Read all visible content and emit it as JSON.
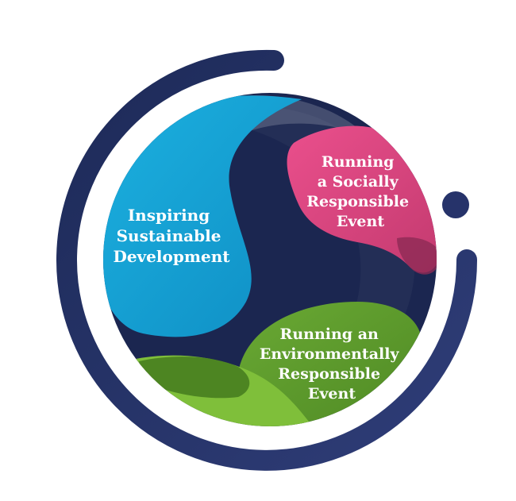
{
  "diagram": {
    "segments": [
      {
        "id": "inspiring",
        "label_lines": [
          "Inspiring",
          "Sustainable",
          "Development"
        ],
        "color": "#1aa3d6"
      },
      {
        "id": "social",
        "label_lines": [
          "Running",
          "a Socially",
          "Responsible",
          "Event"
        ],
        "color": "#e34b86"
      },
      {
        "id": "environmental",
        "label_lines": [
          "Running an",
          "Environmentally",
          "Responsible",
          "Event"
        ],
        "color": "#5f9a2c"
      }
    ],
    "colors": {
      "ring": "#1f2a57",
      "inner_circle": "#1b2650",
      "background": "#ffffff"
    }
  }
}
